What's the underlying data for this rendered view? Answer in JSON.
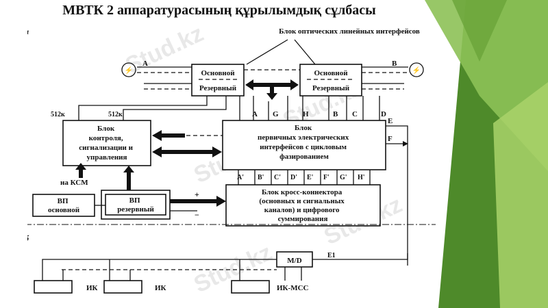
{
  "slide": {
    "title": "МВТК 2 аппаратурасының құрылымдық сұлбасы",
    "accent_colors": [
      "#4e8a2a",
      "#7ab648",
      "#a9d26a"
    ]
  },
  "diagram": {
    "section_a": "а",
    "section_b": "б",
    "optical_block": "Блок оптических линейных интерфейсов",
    "main_left": "Основной",
    "reserve_left": "Резервный",
    "main_right": "Основной",
    "reserve_right": "Резервный",
    "port_a": "A",
    "port_b": "B",
    "port_512_1": "512к",
    "port_512_2": "512к",
    "control_block": [
      "Блок",
      "контроля,",
      "сигнализации и",
      "управления"
    ],
    "ksm": "на КСМ",
    "primary_block": [
      "Блок",
      "первичных электрических",
      "интерфейсов с цикловым",
      "фазированием"
    ],
    "bus_top": [
      "A",
      "G",
      "H",
      "B",
      "C",
      "D"
    ],
    "bus_e": "E",
    "bus_f": "F",
    "bus_bottom": [
      "A'",
      "B'",
      "C'",
      "D'",
      "E'",
      "F'",
      "G'",
      "H'"
    ],
    "crossconnect_block": [
      "Блок кросс-коннектора",
      "(основных и сигнальных",
      "каналов) и цифрового",
      "суммирования"
    ],
    "vp_main": [
      "ВП",
      "основной"
    ],
    "vp_reserve": [
      "ВП",
      "резервный"
    ],
    "plus": "+",
    "minus": "−",
    "md": "M/D",
    "e1": "E1",
    "ik1": "ИК",
    "ik2": "ИК",
    "ik_mss": "ИК-МСС"
  },
  "watermark": "Stud.kz"
}
